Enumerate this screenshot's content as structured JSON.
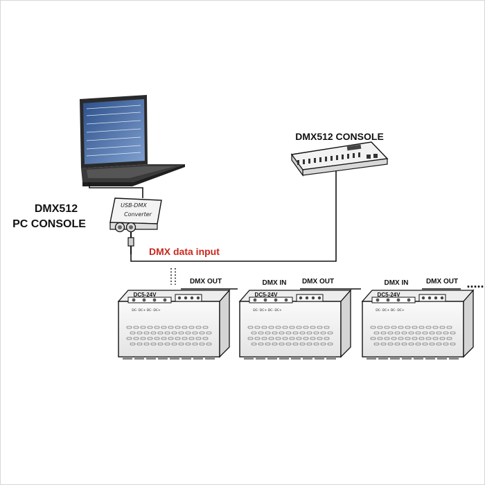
{
  "labels": {
    "pc_console": [
      "DMX512",
      "PC CONSOLE"
    ],
    "dmx_console": "DMX512 CONSOLE",
    "data_input": "DMX data input",
    "converter_top": "USB-DMX",
    "converter_bottom": "Converter"
  },
  "decoders": [
    {
      "dmx_in": "",
      "dmx_out": "DMX OUT",
      "power": "DC5-24V",
      "terminals": "DC-  DC+  DC-  DC+"
    },
    {
      "dmx_in": "DMX IN",
      "dmx_out": "DMX OUT",
      "power": "DC5-24V",
      "terminals": "DC-  DC+  DC-  DC+"
    },
    {
      "dmx_in": "DMX IN",
      "dmx_out": "DMX OUT",
      "power": "DC5-24V",
      "terminals": "DC-  DC+  DC-  DC+"
    }
  ],
  "continuation": ".....",
  "colors": {
    "highlight": "#c8281e",
    "line": "#111111",
    "device_fill": "#f6f6f6"
  }
}
